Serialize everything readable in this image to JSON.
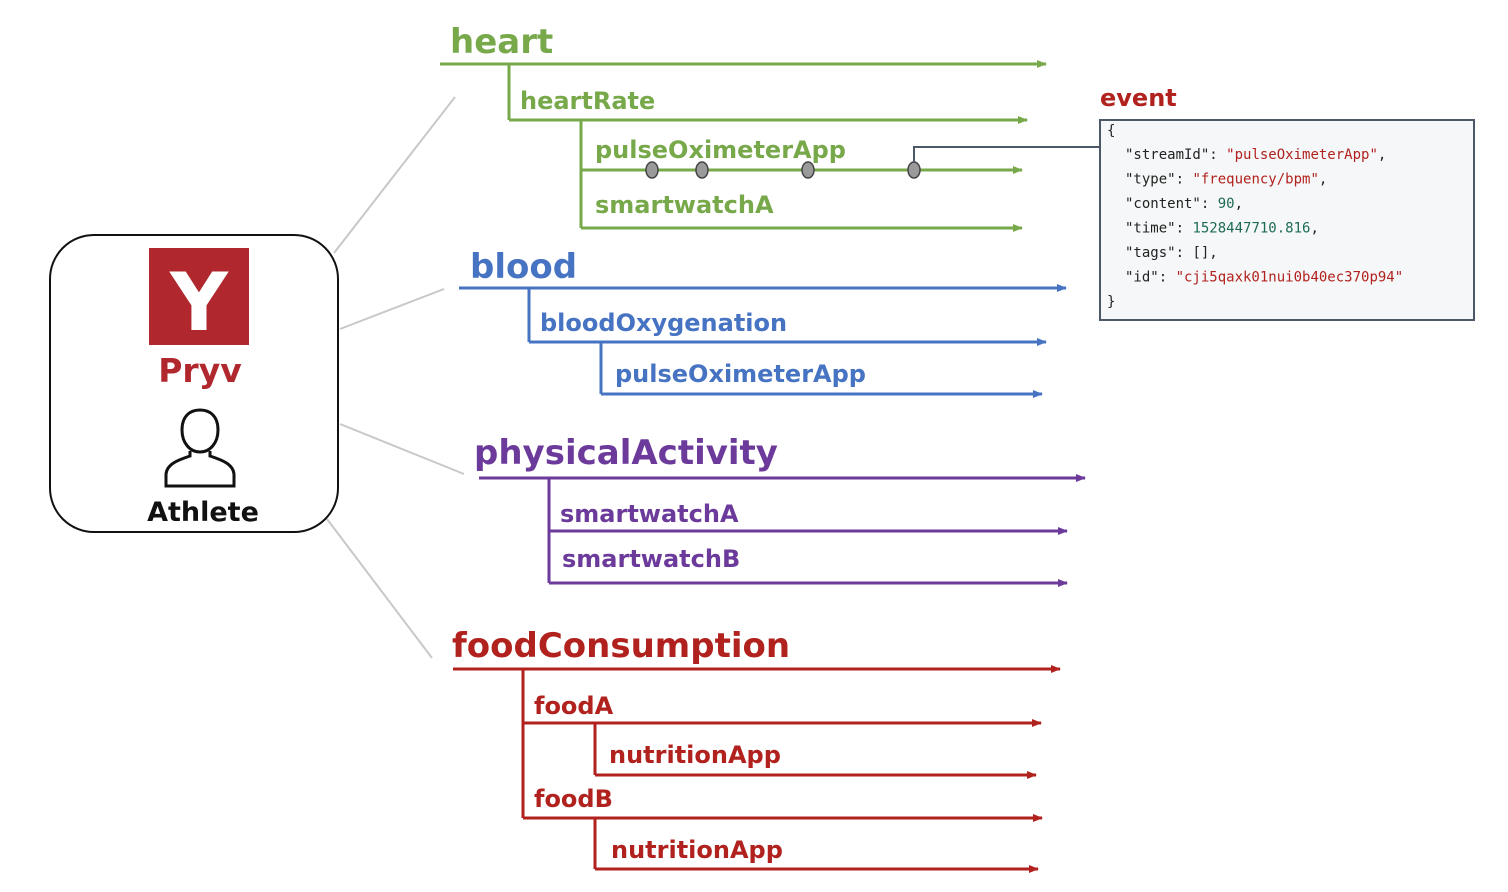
{
  "account": {
    "logo_letter": "Y",
    "brand": "Pryv",
    "user": "Athlete",
    "logo_color": "#b0282e"
  },
  "colors": {
    "heart": "#77a94b",
    "blood": "#4673c2",
    "physical": "#6b3a9b",
    "food": "#b1221e",
    "connector": "#c8c8c8",
    "event_box_border": "#4a5868",
    "json_key": "#222222",
    "json_string": "#b1221e",
    "json_number": "#1d6b55"
  },
  "streams": {
    "heart": {
      "label": "heart",
      "heartRate": {
        "label": "heartRate",
        "pulseOximeterApp": "pulseOximeterApp",
        "smartwatchA": "smartwatchA"
      }
    },
    "blood": {
      "label": "blood",
      "bloodOxygenation": {
        "label": "bloodOxygenation",
        "pulseOximeterApp": "pulseOximeterApp"
      }
    },
    "physicalActivity": {
      "label": "physicalActivity",
      "smartwatchA": "smartwatchA",
      "smartwatchB": "smartwatchB"
    },
    "foodConsumption": {
      "label": "foodConsumption",
      "foodA": {
        "label": "foodA",
        "nutritionApp": "nutritionApp"
      },
      "foodB": {
        "label": "foodB",
        "nutritionApp": "nutritionApp"
      }
    }
  },
  "event": {
    "title": "event",
    "open_brace": "{",
    "close_brace": "}",
    "fields": [
      {
        "key": "\"streamId\"",
        "value": "\"pulseOximeterApp\"",
        "kind": "string"
      },
      {
        "key": "\"type\"",
        "value": "\"frequency/bpm\"",
        "kind": "string"
      },
      {
        "key": "\"content\"",
        "value": "90",
        "kind": "number"
      },
      {
        "key": "\"time\"",
        "value": "1528447710.816",
        "kind": "number"
      },
      {
        "key": "\"tags\"",
        "value": "[]",
        "kind": "plain"
      },
      {
        "key": "\"id\"",
        "value": "\"cji5qaxk01nui0b40ec370p94\"",
        "kind": "string"
      }
    ]
  }
}
